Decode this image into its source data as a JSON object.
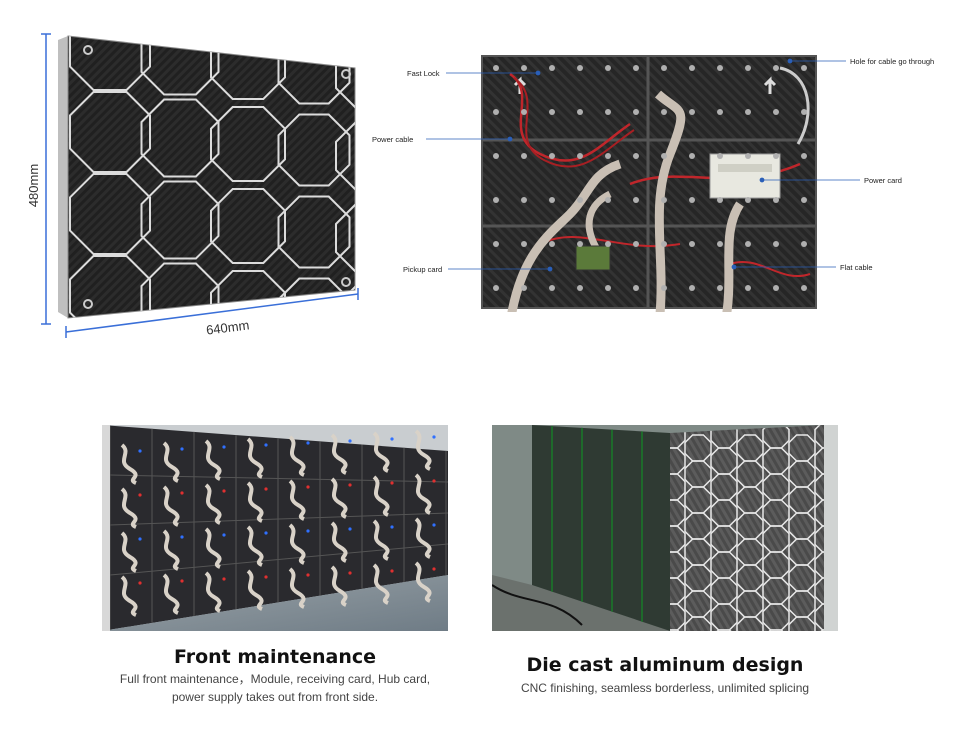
{
  "panel": {
    "height_label": "480mm",
    "width_label": "640mm"
  },
  "back_view": {
    "callouts": {
      "fast_lock": "Fast Lock",
      "power_cable": "Power cable",
      "pickup_card": "Pickup card",
      "cable_hole": "Hole for cable go through",
      "power_card": "Power card",
      "flat_cable": "Flat cable"
    }
  },
  "features": [
    {
      "title": "Front maintenance",
      "desc_line1": "Full front maintenance，Module, receiving card, Hub card,",
      "desc_line2": "power supply takes out from front side."
    },
    {
      "title": "Die cast aluminum design",
      "desc_line1": "CNC finishing, seamless borderless, unlimited splicing"
    }
  ],
  "colors": {
    "dimension_line": "#3a6fd8",
    "panel_dark": "#1c1c1c",
    "panel_grid": "#d8d8d8",
    "cable_red": "#c0262b",
    "ribbon_cable": "#c9bfb4"
  }
}
